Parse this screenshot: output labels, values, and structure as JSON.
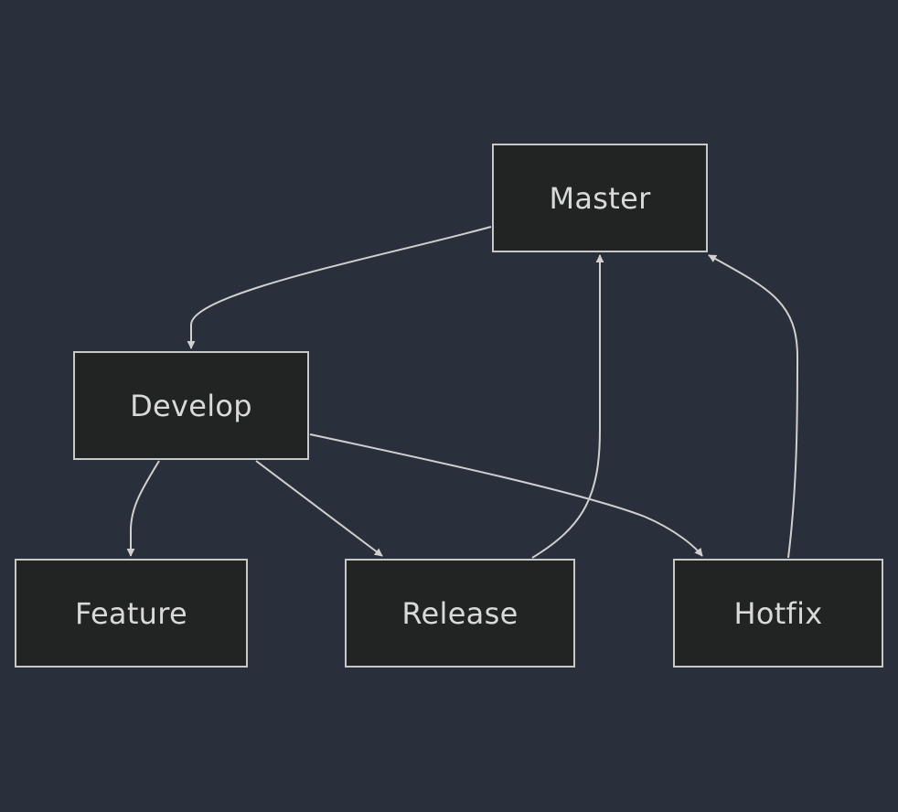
{
  "diagram": {
    "type": "flowchart",
    "colors": {
      "background": "#2a2f3c",
      "node_fill": "#222323",
      "node_border": "#c8c8c8",
      "text": "#d9d9d9",
      "edge": "#d0d0d0"
    },
    "nodes": {
      "master": "Master",
      "develop": "Develop",
      "feature": "Feature",
      "release": "Release",
      "hotfix": "Hotfix"
    },
    "edges": [
      {
        "from": "master",
        "to": "develop"
      },
      {
        "from": "develop",
        "to": "feature"
      },
      {
        "from": "develop",
        "to": "release"
      },
      {
        "from": "develop",
        "to": "hotfix"
      },
      {
        "from": "release",
        "to": "master"
      },
      {
        "from": "hotfix",
        "to": "master"
      }
    ]
  }
}
